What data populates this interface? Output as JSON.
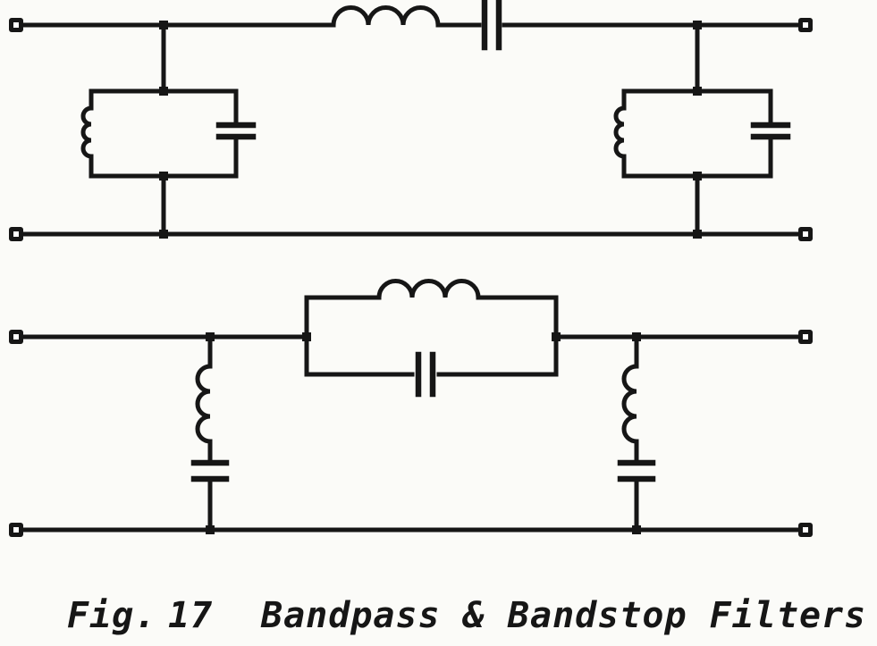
{
  "canvas": {
    "background": "#fbfbf8",
    "ink": "#161616"
  },
  "caption": {
    "fig_label": "Fig.",
    "fig_number": "17",
    "title": "Bandpass & Bandstop Filters"
  },
  "circuits": {
    "bandpass": {
      "name": "Bandpass filter",
      "series_elements": [
        "inductor",
        "capacitor"
      ],
      "shunt_elements": [
        "parallel LC tank",
        "parallel LC tank"
      ],
      "terminal_count": 4
    },
    "bandstop": {
      "name": "Bandstop filter",
      "series_elements": [
        "parallel LC tank"
      ],
      "shunt_elements": [
        "series LC branch",
        "series LC branch"
      ],
      "terminal_count": 4
    }
  }
}
